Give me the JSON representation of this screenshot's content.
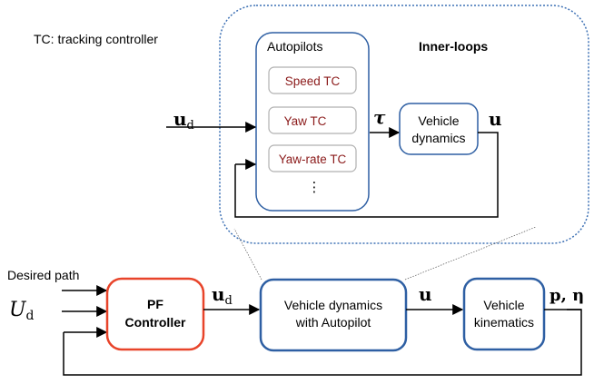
{
  "legend_note": "TC: tracking controller",
  "inner": {
    "title": "Inner-loops",
    "autopilots_title": "Autopilots",
    "controllers": [
      "Speed TC",
      "Yaw TC",
      "Yaw-rate TC"
    ],
    "more": "⋮",
    "vehicle_dynamics": [
      "Vehicle",
      "dynamics"
    ],
    "signal_in": "u",
    "signal_in_sub": "d",
    "signal_tau": "τ",
    "signal_out": "u"
  },
  "outer": {
    "input_path": "Desired path",
    "input_U": "U",
    "input_U_sub": "d",
    "pf_controller": [
      "PF",
      "Controller"
    ],
    "signal_ud": "u",
    "signal_ud_sub": "d",
    "vehicle_autopilot": [
      "Vehicle dynamics",
      "with Autopilot"
    ],
    "signal_u": "u",
    "vehicle_kinematics": [
      "Vehicle",
      "kinematics"
    ],
    "output": "p, η"
  },
  "colors": {
    "blue": "#2e5fa3",
    "orange": "#e8442a",
    "dark_red": "#8b1a1a",
    "gray_border": "#b0b0b0",
    "dotted_blue": "#3f72b5"
  }
}
